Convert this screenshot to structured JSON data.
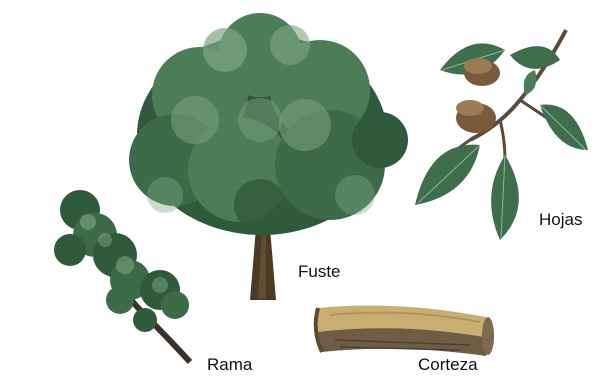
{
  "labels": {
    "fuste": "Fuste",
    "hojas": "Hojas",
    "rama": "Rama",
    "corteza": "Corteza"
  },
  "colors": {
    "foliage_dark": "#2f5a3c",
    "foliage_mid": "#4c7d57",
    "foliage_light": "#7ea784",
    "trunk": "#4a3a26",
    "leaf": "#3f6e4c",
    "acorn": "#7a5a3a",
    "bark_inner": "#c9ae72",
    "bark_outer": "#6f5c44"
  }
}
